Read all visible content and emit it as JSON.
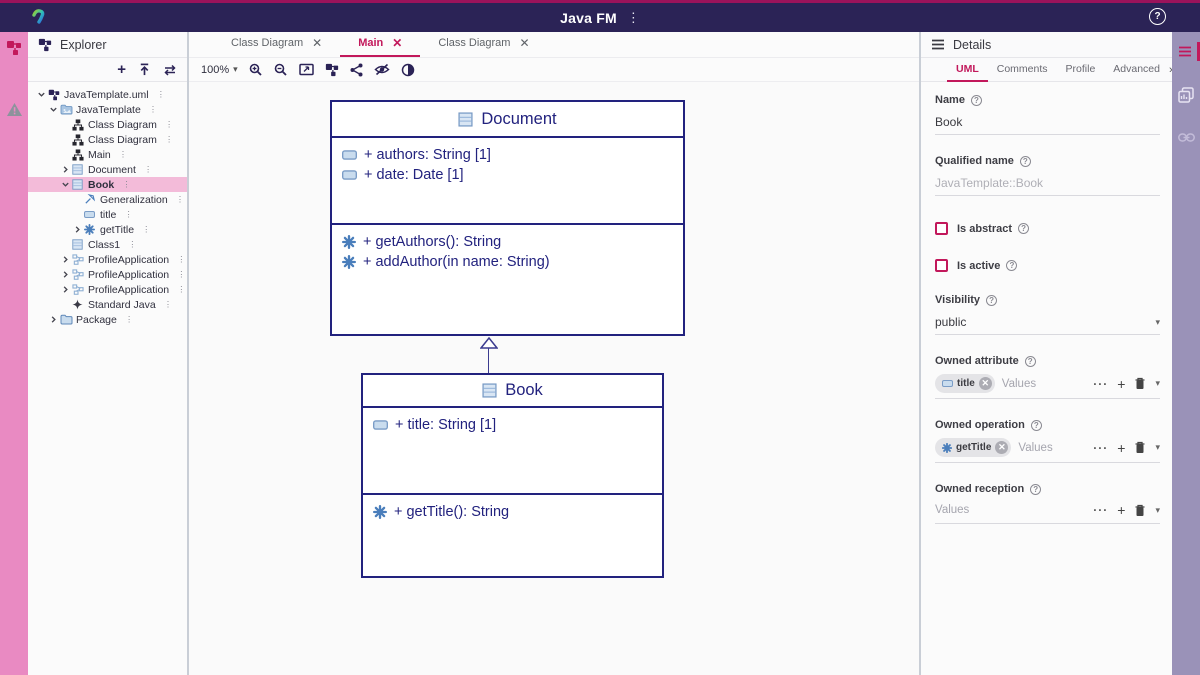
{
  "colors": {
    "accent": "#C2185B",
    "navbar": "#2B2356",
    "topstrip": "#9B135B",
    "left_rail": "#E98AC2",
    "right_rail": "#9A92B8",
    "selection": "#F3BBD9",
    "diagram_stroke": "#22227E"
  },
  "titlebar": {
    "title": "Java FM"
  },
  "explorer": {
    "title": "Explorer",
    "tree": [
      {
        "label": "JavaTemplate.uml",
        "level": 0,
        "chevron": "down",
        "icon": "model-icon"
      },
      {
        "label": "JavaTemplate",
        "level": 1,
        "chevron": "down",
        "icon": "folder-image-icon"
      },
      {
        "label": "Class Diagram",
        "level": 2,
        "chevron": "",
        "icon": "diagram-icon"
      },
      {
        "label": "Class Diagram",
        "level": 2,
        "chevron": "",
        "icon": "diagram-icon"
      },
      {
        "label": "Main",
        "level": 2,
        "chevron": "",
        "icon": "diagram-icon"
      },
      {
        "label": "Document",
        "level": 2,
        "chevron": "right",
        "icon": "class-icon"
      },
      {
        "label": "Book",
        "level": 2,
        "chevron": "down",
        "icon": "class-icon",
        "selected": true
      },
      {
        "label": "Generalization",
        "level": 3,
        "chevron": "",
        "icon": "generalization-icon"
      },
      {
        "label": "title",
        "level": 3,
        "chevron": "",
        "icon": "attribute-icon"
      },
      {
        "label": "getTitle",
        "level": 3,
        "chevron": "right",
        "icon": "operation-icon"
      },
      {
        "label": "Class1",
        "level": 2,
        "chevron": "",
        "icon": "class-icon"
      },
      {
        "label": "ProfileApplication",
        "level": 2,
        "chevron": "right",
        "icon": "profile-icon"
      },
      {
        "label": "ProfileApplication",
        "level": 2,
        "chevron": "right",
        "icon": "profile-icon"
      },
      {
        "label": "ProfileApplication",
        "level": 2,
        "chevron": "right",
        "icon": "profile-icon"
      },
      {
        "label": "Standard Java",
        "level": 2,
        "chevron": "",
        "icon": "diamond-icon"
      },
      {
        "label": "Package",
        "level": 1,
        "chevron": "right",
        "icon": "package-icon"
      }
    ]
  },
  "canvas": {
    "tabs": [
      {
        "label": "Class Diagram",
        "active": false
      },
      {
        "label": "Main",
        "active": true
      },
      {
        "label": "Class Diagram",
        "active": false
      }
    ],
    "toolbar": {
      "zoom_level": "100%"
    }
  },
  "diagram": {
    "classes": [
      {
        "name": "Document",
        "attributes": [
          "+ authors: String [1]",
          "+ date: Date [1]"
        ],
        "operations": [
          "+ getAuthors(): String",
          "+ addAuthor(in name: String)"
        ]
      },
      {
        "name": "Book",
        "attributes": [
          "+ title: String [1]"
        ],
        "operations": [
          "+ getTitle(): String"
        ]
      }
    ]
  },
  "details": {
    "title": "Details",
    "tabs": [
      {
        "label": "UML",
        "active": true
      },
      {
        "label": "Comments",
        "active": false
      },
      {
        "label": "Profile",
        "active": false
      },
      {
        "label": "Advanced",
        "active": false
      }
    ],
    "name": {
      "label": "Name",
      "value": "Book"
    },
    "qualified": {
      "label": "Qualified name",
      "value": "JavaTemplate::Book"
    },
    "is_abstract": {
      "label": "Is abstract",
      "checked": false
    },
    "is_active": {
      "label": "Is active",
      "checked": false
    },
    "visibility": {
      "label": "Visibility",
      "value": "public"
    },
    "owned_attribute": {
      "label": "Owned attribute",
      "chips": [
        "title"
      ],
      "placeholder": "Values"
    },
    "owned_operation": {
      "label": "Owned operation",
      "chips": [
        "getTitle"
      ],
      "placeholder": "Values"
    },
    "owned_reception": {
      "label": "Owned reception",
      "chips": [],
      "placeholder": "Values"
    }
  }
}
